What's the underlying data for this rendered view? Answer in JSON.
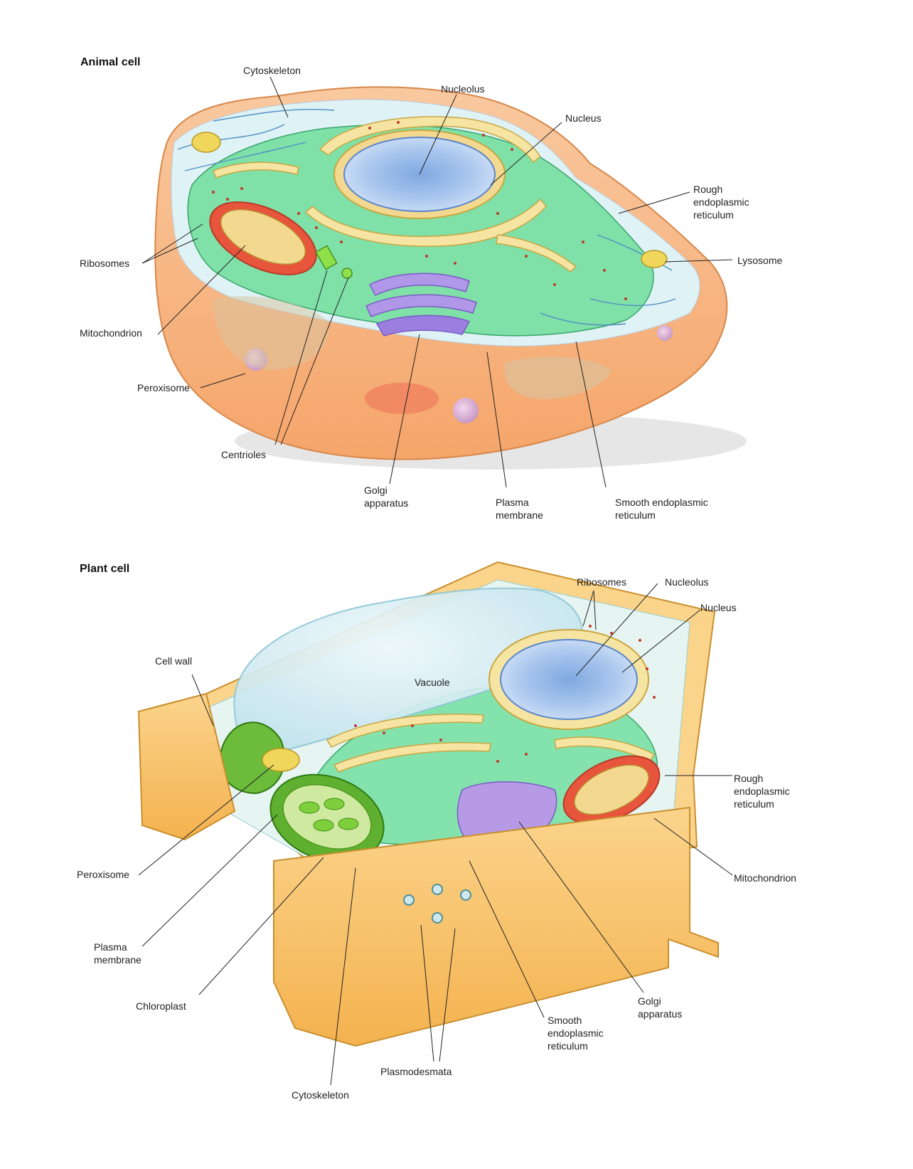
{
  "animal": {
    "title": "Animal cell",
    "labels": {
      "cytoskeleton": "Cytoskeleton",
      "nucleolus": "Nucleolus",
      "nucleus": "Nucleus",
      "rough_er": "Rough\nendoplasmic\nreticulum",
      "lysosome": "Lysosome",
      "ribosomes": "Ribosomes",
      "mitochondrion": "Mitochondrion",
      "peroxisome": "Peroxisome",
      "centrioles": "Centrioles",
      "golgi": "Golgi\napparatus",
      "plasma_membrane": "Plasma\nmembrane",
      "smooth_er": "Smooth endoplasmic\nreticulum"
    }
  },
  "plant": {
    "title": "Plant cell",
    "labels": {
      "ribosomes": "Ribosomes",
      "nucleolus": "Nucleolus",
      "nucleus": "Nucleus",
      "cell_wall": "Cell wall",
      "vacuole": "Vacuole",
      "rough_er": "Rough\nendoplasmic\nreticulum",
      "peroxisome": "Peroxisome",
      "mitochondrion": "Mitochondrion",
      "plasma_membrane": "Plasma\nmembrane",
      "chloroplast": "Chloroplast",
      "golgi": "Golgi\napparatus",
      "smooth_er": "Smooth\nendoplasmic\nreticulum",
      "plasmodesmata": "Plasmodesmata",
      "cytoskeleton": "Cytoskeleton"
    }
  }
}
